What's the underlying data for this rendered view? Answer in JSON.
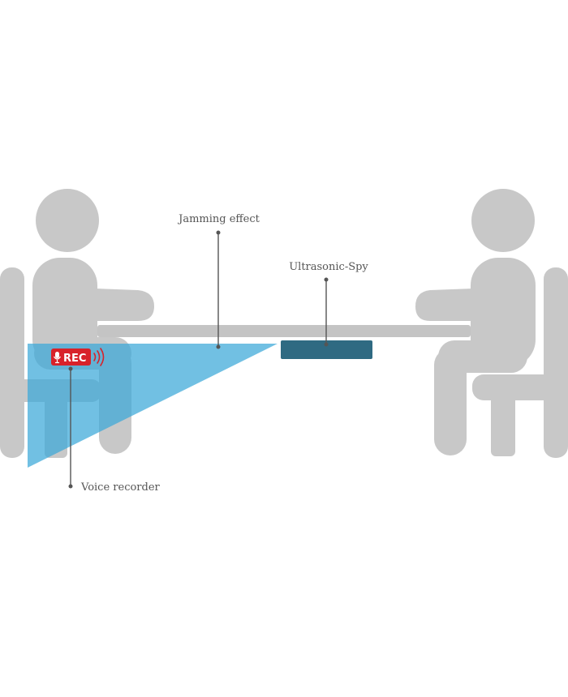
{
  "labels": {
    "jamming": "Jamming effect",
    "ultrasonic": "Ultrasonic-Spy",
    "recorder": "Voice recorder"
  },
  "recorder_badge": {
    "text": "REC",
    "icon": "microphone-icon",
    "waves_icon": "sound-waves-icon"
  },
  "colors": {
    "figure": "#c8c8c8",
    "table": "#c4c4c4",
    "jamming_zone": "#3aa8d8",
    "device": "#2f6a82",
    "rec_badge": "#d8222a",
    "leader": "#555555"
  }
}
